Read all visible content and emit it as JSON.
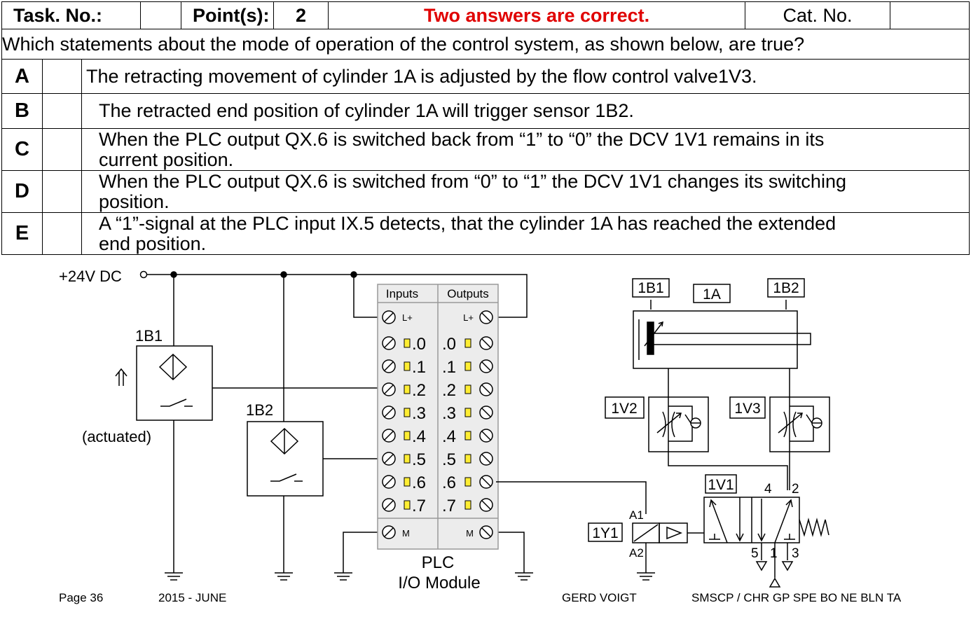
{
  "header": {
    "task_label": "Task. No.:",
    "task_value": "",
    "points_label": "Point(s):",
    "points_value": "2",
    "note": "Two answers are correct.",
    "cat_label": "Cat. No.",
    "cat_value": ""
  },
  "question": "Which statements about the mode of operation of the control system, as shown below, are true?",
  "options": [
    {
      "letter": "A",
      "text_lines": [
        "The retracting movement of cylinder 1A is adjusted by the flow control valve1V3."
      ]
    },
    {
      "letter": "B",
      "text_lines": [
        "The retracted end position of cylinder 1A will trigger sensor 1B2."
      ]
    },
    {
      "letter": "C",
      "text_lines": [
        "When the PLC output QX.6 is switched back from “1” to “0” the DCV 1V1 remains in its",
        "current position."
      ]
    },
    {
      "letter": "D",
      "text_lines": [
        "When the PLC output QX.6 is switched from “0” to “1” the DCV 1V1 changes its switching",
        "position."
      ]
    },
    {
      "letter": "E",
      "text_lines": [
        "A “1”-signal at the PLC input IX.5 detects, that the cylinder 1A has reached the extended",
        "end position."
      ]
    }
  ],
  "diagram": {
    "supply": "+24V DC",
    "sensor_1": "1B1",
    "sensor_1_state": "(actuated)",
    "sensor_2": "1B2",
    "plc": {
      "inputs_header": "Inputs",
      "outputs_header": "Outputs",
      "lplus": "L+",
      "m": "M",
      "channels": [
        ".0",
        ".1",
        ".2",
        ".3",
        ".4",
        ".5",
        ".6",
        ".7"
      ],
      "caption_line1": "PLC",
      "caption_line2": "I/O Module"
    },
    "cylinder": "1A",
    "cylinder_sensor_left": "1B1",
    "cylinder_sensor_right": "1B2",
    "flow_valve_left": "1V2",
    "flow_valve_right": "1V3",
    "dcv": "1V1",
    "solenoid": "1Y1",
    "terminal_a1": "A1",
    "terminal_a2": "A2",
    "port_4": "4",
    "port_2": "2",
    "port_5": "5",
    "port_1": "1",
    "port_3": "3"
  },
  "footer": {
    "page": "Page 36",
    "date": "2015 - JUNE",
    "author": "GERD VOIGT",
    "org": "SMSCP / CHR GP SPE BO NE BLN TA"
  }
}
